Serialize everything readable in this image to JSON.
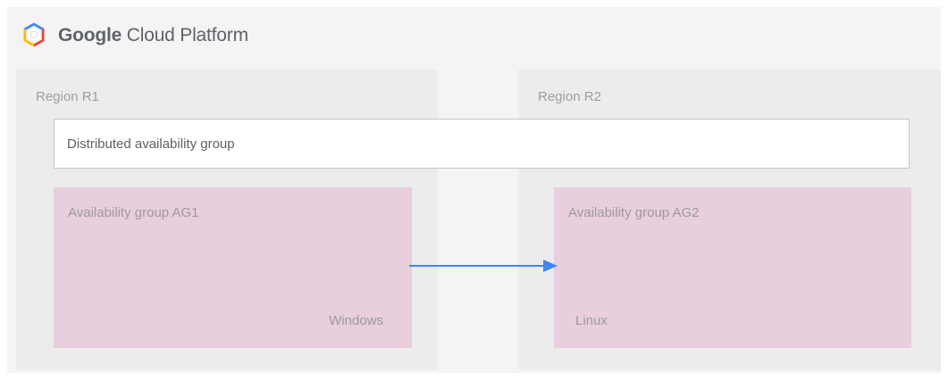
{
  "header": {
    "logo_icon": "gcp-hexagon-logo",
    "brand_bold": "Google",
    "brand_light": "Cloud Platform",
    "logo_colors": {
      "blue": "#4285F4",
      "red": "#EA4335",
      "yellow": "#FBBC05",
      "center": "#FFFFFF"
    }
  },
  "diagram": {
    "page_background": "#f4f4f4",
    "region_background": "#ececec",
    "ag_box_color": "#e9cedd",
    "arrow_color": "#4285f4",
    "regions": [
      {
        "id": "r1",
        "title": "Region R1",
        "availability_group": "Availability group AG1",
        "os": "Windows"
      },
      {
        "id": "r2",
        "title": "Region R2",
        "availability_group": "Availability group AG2",
        "os": "Linux"
      }
    ],
    "distributed_group": {
      "label": "Distributed availability group"
    },
    "connector": {
      "icon": "right-arrow-icon",
      "direction": "left-to-right",
      "from": "Availability group AG1",
      "to": "Availability group AG2"
    }
  }
}
